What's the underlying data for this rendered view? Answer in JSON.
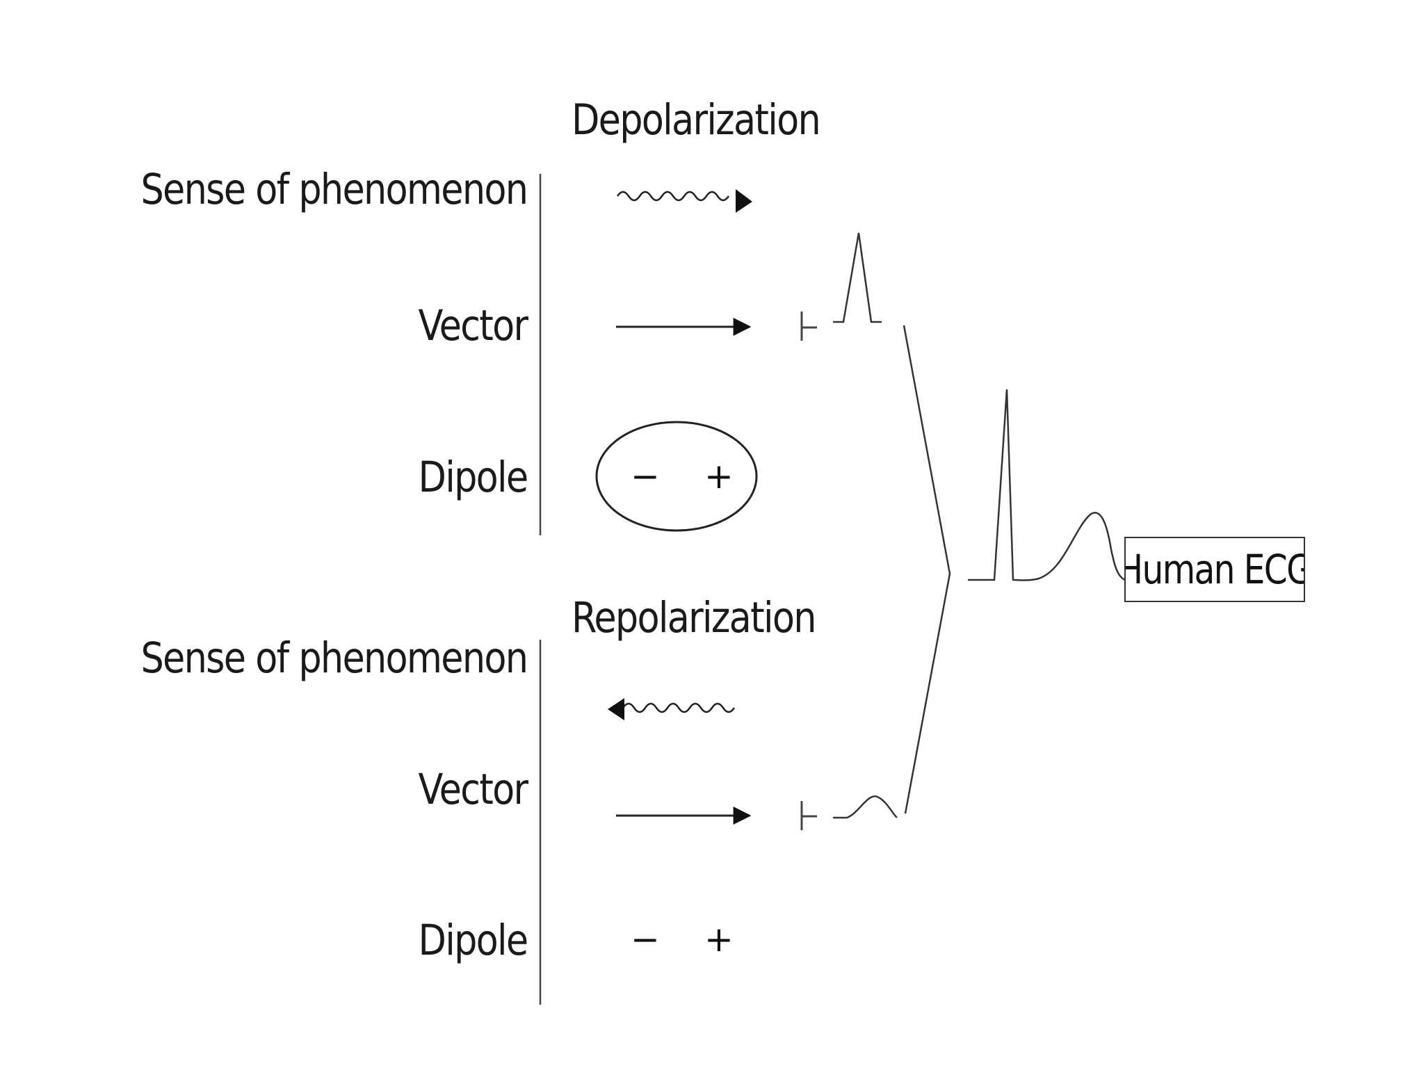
{
  "depolarization": {
    "heading": "Depolarization",
    "rows": {
      "sense": "Sense of phenomenon",
      "vector": "Vector",
      "dipole": "Dipole"
    },
    "dipole_signs": {
      "negative": "−",
      "positive": "+"
    }
  },
  "repolarization": {
    "heading": "Repolarization",
    "rows": {
      "sense": "Sense of phenomenon",
      "vector": "Vector",
      "dipole": "Dipole"
    },
    "dipole_signs": {
      "negative": "−",
      "positive": "+"
    }
  },
  "result_label": "Human ECG",
  "colors": {
    "ink": "#1a1a1a",
    "line": "#333333",
    "background": "#ffffff"
  }
}
